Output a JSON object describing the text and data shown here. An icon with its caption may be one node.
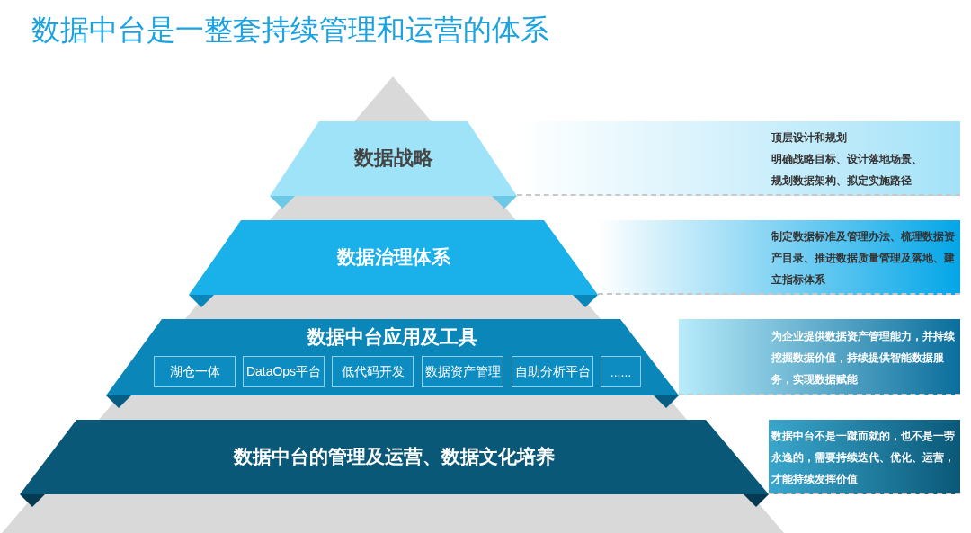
{
  "diagram": {
    "title": "数据中台是一整套持续管理和运营的体系",
    "nodes": [
      {
        "text": [
          "数据战略"
        ]
      },
      {
        "text": [
          "顶层设计和规划",
          "明确战略目标、设计落地场景、规划数据架构、拟定实施路径"
        ]
      },
      {
        "text": [
          "数据治理体系"
        ]
      },
      {
        "text": [
          "制定数据标准及管理办法、梳理数据资产目录、推进数据质量管理及落地、建立指标体系"
        ]
      },
      {
        "text": [
          "数据中台应用及工具"
        ]
      },
      {
        "text": [
          "湖仓一体"
        ],
        "in": 4
      },
      {
        "text": [
          "DataOps平台"
        ],
        "in": 4
      },
      {
        "text": [
          "低代码开发"
        ],
        "in": 4
      },
      {
        "text": [
          "数据资产管理"
        ],
        "in": 4
      },
      {
        "text": [
          "自助分析平台"
        ],
        "in": 4
      },
      {
        "text": [
          "......"
        ],
        "in": 4
      },
      {
        "text": [
          "为企业提供数据资产管理能力，并持续挖掘数据价值，持续提供智能数据服务，实现数据赋能"
        ]
      },
      {
        "text": [
          "数据中台的管理及运营、数据文化培养"
        ]
      },
      {
        "text": [
          "数据中台不是一蹴而就的，也不是一劳永逸的，需要持续迭代、优化、运营，才能持续发挥价值"
        ]
      }
    ]
  }
}
